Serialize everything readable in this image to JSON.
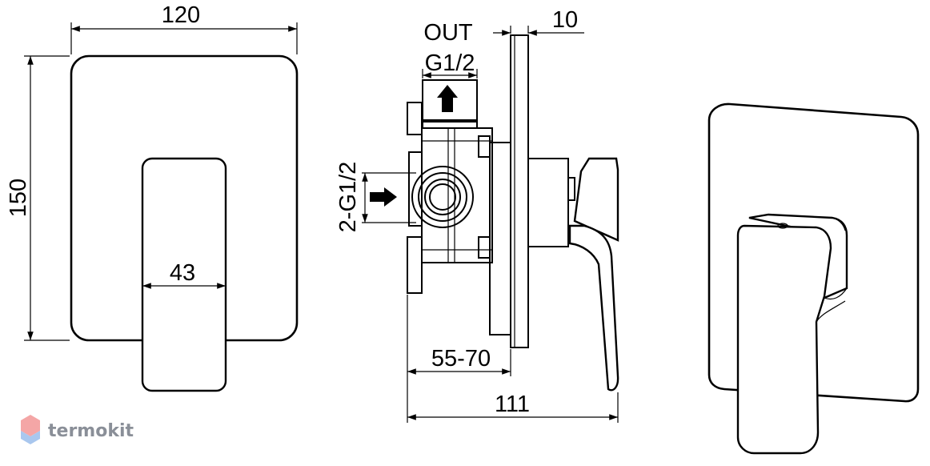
{
  "front_view": {
    "width_label": "120",
    "height_label": "150",
    "handle_width_label": "43"
  },
  "side_view": {
    "outlet_label": "OUT",
    "outlet_thread_label": "G1/2",
    "plate_thickness_label": "10",
    "inlet_label": "2-G1/2",
    "depth_range_label": "55-70",
    "total_depth_label": "111"
  },
  "watermark": {
    "brand": "termokit",
    "colors": {
      "primary": "#8a8f98",
      "logo_top": "#f4a6a6",
      "logo_bottom": "#a9c7ee"
    }
  }
}
